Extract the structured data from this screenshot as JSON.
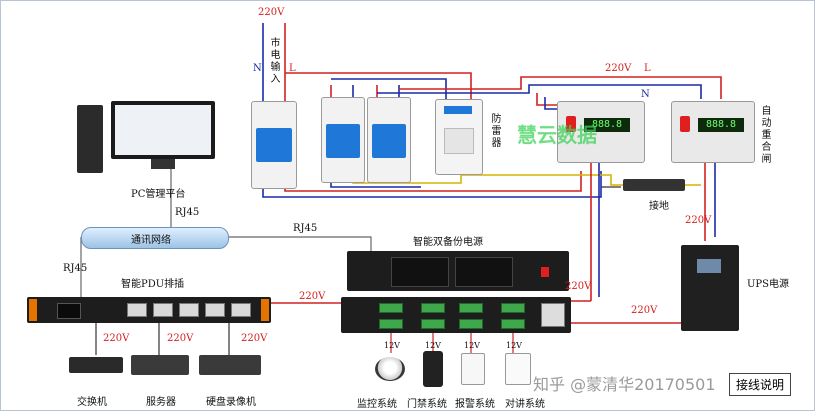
{
  "labels": {
    "mains_voltage_top": "220V",
    "mains_input": "市电输入",
    "neutral_n": "N",
    "live_l": "L",
    "surge_protector": "防雷器",
    "right_voltage": "220V",
    "right_live": "L",
    "right_neutral": "N",
    "auto_reclose": "自动重合闸",
    "ground": "接地",
    "pc_platform": "PC管理平台",
    "rj45_top": "RJ45",
    "network": "通讯网络",
    "rj45_mid": "RJ45",
    "rj45_left": "RJ45",
    "dual_power": "智能双备份电源",
    "pdu": "智能PDU排插",
    "ups": "UPS电源",
    "ups_voltage": "220V",
    "v_pdu_in": "220V",
    "v_dual_in": "220V",
    "v_ups_out": "220V",
    "v_switch": "220V",
    "v_server": "220V",
    "v_nvr": "220V",
    "switch": "交换机",
    "server": "服务器",
    "nvr": "硬盘录像机",
    "monitor_sys": "监控系统",
    "access_sys": "门禁系统",
    "alarm_sys": "报警系统",
    "intercom_sys": "对讲系统",
    "v12_1": "12V",
    "v12_2": "12V",
    "v12_3": "12V",
    "v12_4": "12V",
    "wiring_note": "接线说明",
    "watermark_center": "慧云数据",
    "watermark_footer": "知乎 @蒙清华20170501"
  },
  "colors": {
    "live_wire": "#d42020",
    "neutral_wire": "#1a2aa8",
    "signal_wire": "#555555",
    "yellow_wire": "#d6b400"
  }
}
